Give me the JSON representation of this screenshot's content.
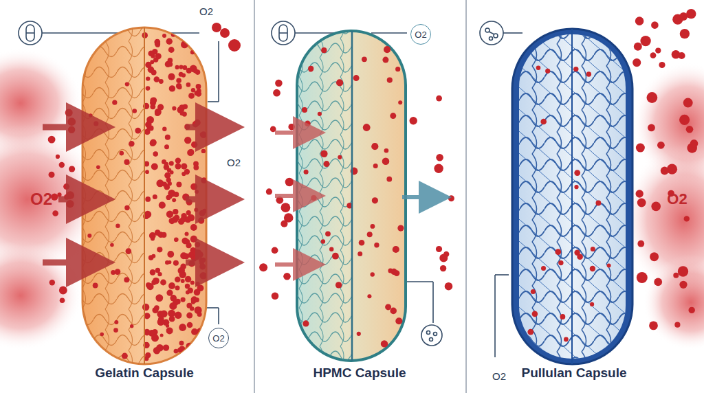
{
  "diagram": {
    "nodes": [
      {
        "text": [
          "O2"
        ]
      },
      {
        "text": [
          "O2"
        ]
      }
    ],
    "labels": [
      "O2",
      "O2",
      "O2",
      "Gelatin Capsule",
      "HPMC Capsule",
      "O2",
      "O2",
      "Pullulan Capsule"
    ]
  }
}
